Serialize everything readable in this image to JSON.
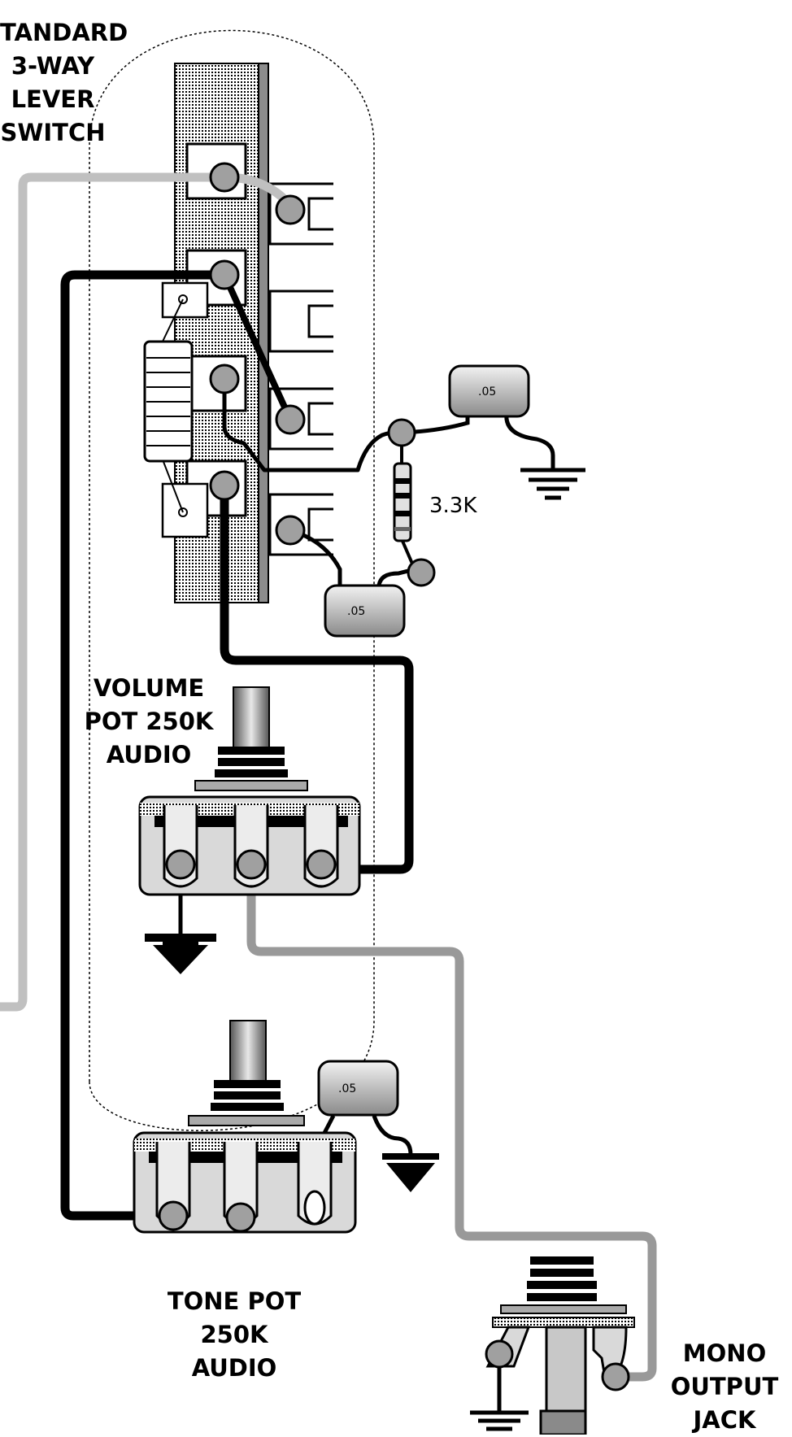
{
  "labels": {
    "switch": [
      "TANDARD",
      "3-WAY",
      "LEVER",
      "SWITCH"
    ],
    "volume_pot": [
      "VOLUME",
      "POT 250K",
      "AUDIO"
    ],
    "tone_pot": [
      "TONE POT",
      "250K",
      "AUDIO"
    ],
    "output_jack": [
      "MONO",
      "OUTPUT",
      "JACK"
    ],
    "resistor": "3.3K",
    "capacitor": ".05"
  },
  "colors": {
    "wire_black": "#000000",
    "wire_light_gray": "#c0c0c0",
    "wire_mid_gray": "#999999",
    "component_fill": "#d9d9d9"
  }
}
